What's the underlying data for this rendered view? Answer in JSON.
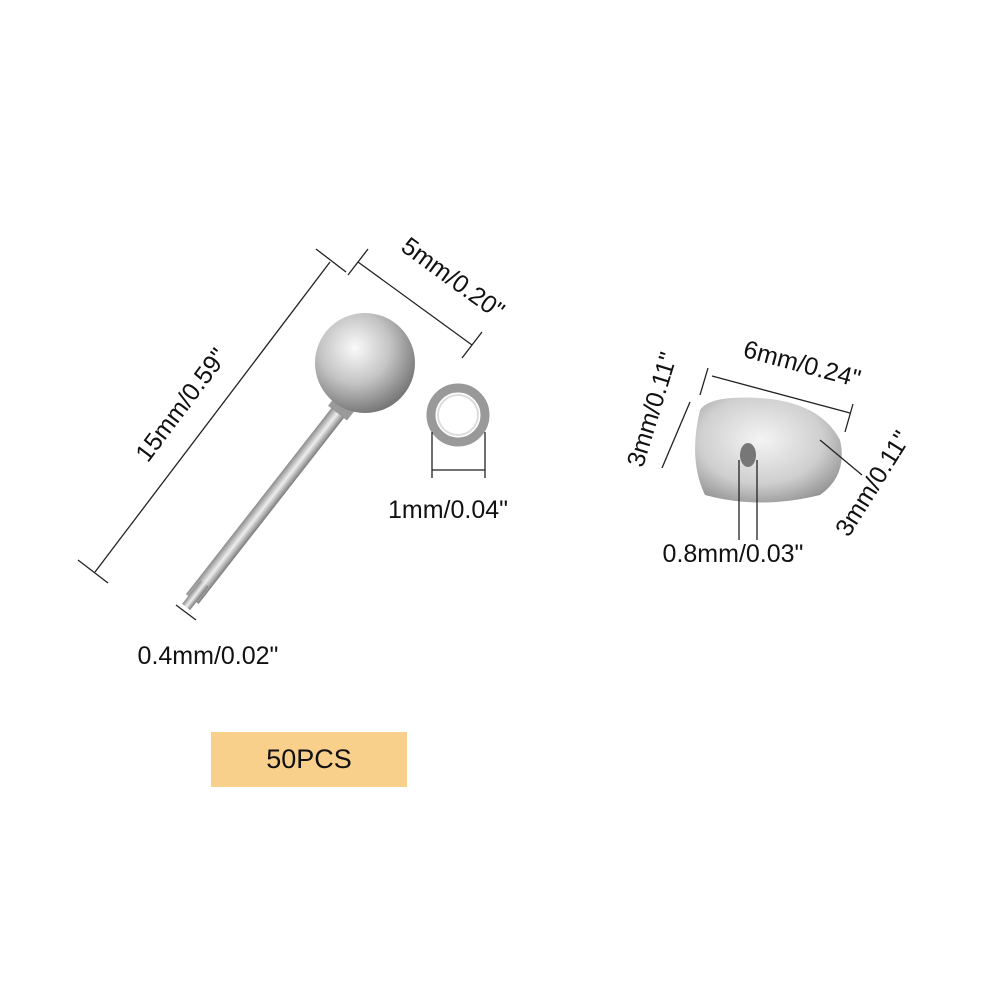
{
  "product": {
    "earring_stud": {
      "length": "15mm/0.59\"",
      "ball_diameter": "5mm/0.20\"",
      "loop_hole": "1mm/0.04\"",
      "pin_diameter": "0.4mm/0.02\""
    },
    "ear_nut": {
      "width": "6mm/0.24\"",
      "height_left": "3mm/0.11\"",
      "height_right": "3mm/0.11\"",
      "hole_diameter": "0.8mm/0.03\""
    },
    "quantity": "50PCS"
  },
  "colors": {
    "badge": "#f9cf8c",
    "metal": "#c8c8c8"
  }
}
